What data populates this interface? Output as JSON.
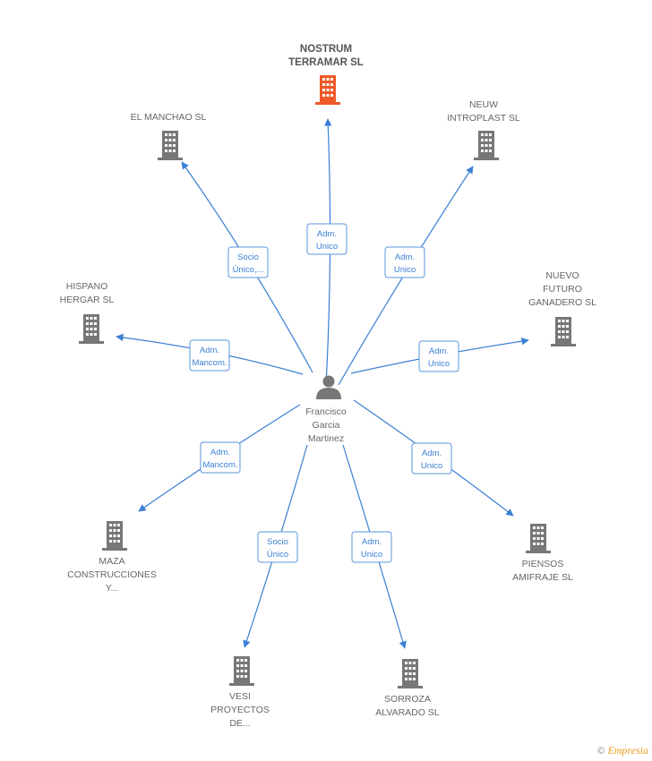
{
  "center": {
    "lines": [
      "Francisco",
      "Garcia",
      "Martinez"
    ],
    "icon": "person-icon"
  },
  "colors": {
    "edge": "#3a7fd5",
    "building": "#777777",
    "building_highlight": "#f05a28",
    "label_border": "#5a95dd"
  },
  "nodes": [
    {
      "id": "nostrum",
      "lines": [
        "NOSTRUM",
        "TERRAMAR SL"
      ],
      "highlight": true,
      "icon": "building-icon",
      "relation": [
        "Adm.",
        "Unico"
      ]
    },
    {
      "id": "neuw",
      "lines": [
        "NEUW",
        "INTROPLAST  SL"
      ],
      "highlight": false,
      "icon": "building-icon",
      "relation": [
        "Adm.",
        "Unico"
      ]
    },
    {
      "id": "nuevo",
      "lines": [
        "NUEVO",
        "FUTURO",
        "GANADERO SL"
      ],
      "highlight": false,
      "icon": "building-icon",
      "relation": [
        "Adm.",
        "Unico"
      ]
    },
    {
      "id": "piensos",
      "lines": [
        "PIENSOS",
        "AMIFRAJE SL"
      ],
      "highlight": false,
      "icon": "building-icon",
      "relation": [
        "Adm.",
        "Unico"
      ]
    },
    {
      "id": "sorroza",
      "lines": [
        "SORROZA",
        "ALVARADO SL"
      ],
      "highlight": false,
      "icon": "building-icon",
      "relation": [
        "Adm.",
        "Unico"
      ]
    },
    {
      "id": "vesi",
      "lines": [
        "VESI",
        "PROYECTOS",
        "DE..."
      ],
      "highlight": false,
      "icon": "building-icon",
      "relation": [
        "Socio",
        "Único"
      ]
    },
    {
      "id": "maza",
      "lines": [
        "MAZA",
        "CONSTRUCCIONES",
        "Y..."
      ],
      "highlight": false,
      "icon": "building-icon",
      "relation": [
        "Adm.",
        "Mancom."
      ]
    },
    {
      "id": "hispano",
      "lines": [
        "HISPANO",
        "HERGAR  SL"
      ],
      "highlight": false,
      "icon": "building-icon",
      "relation": [
        "Adm.",
        "Mancom."
      ]
    },
    {
      "id": "manchao",
      "lines": [
        "EL MANCHAO SL"
      ],
      "highlight": false,
      "icon": "building-icon",
      "relation": [
        "Socio",
        "Único,..."
      ]
    }
  ],
  "footer": {
    "copyright": "©",
    "brand": "Empresia"
  }
}
